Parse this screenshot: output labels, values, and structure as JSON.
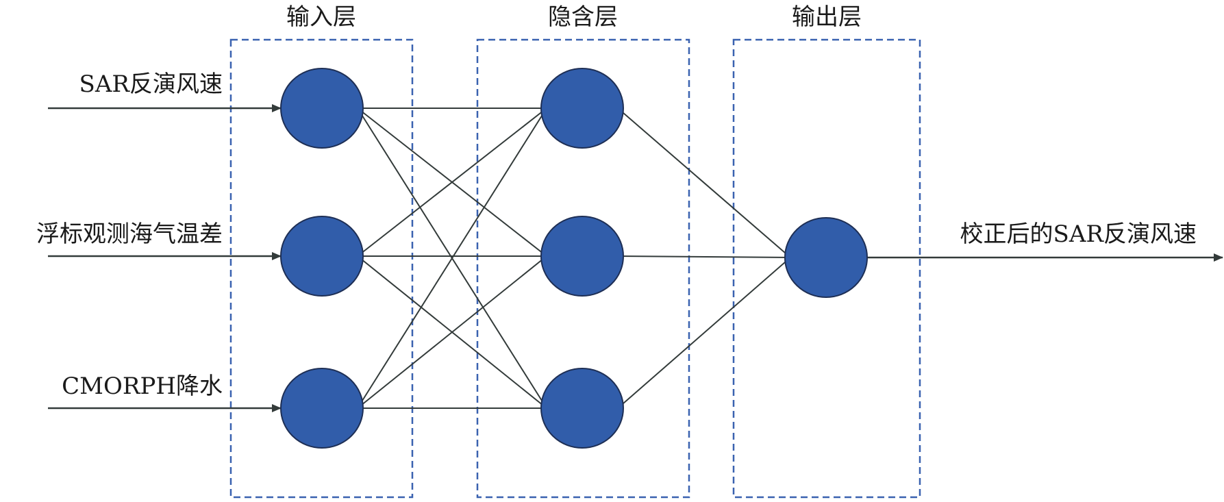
{
  "layers": [
    {
      "title": "输入层",
      "node_count": 3
    },
    {
      "title": "隐含层",
      "node_count": 3
    },
    {
      "title": "输出层",
      "node_count": 1
    }
  ],
  "inputs": [
    "SAR反演风速",
    "浮标观测海气温差",
    "CMORPH降水"
  ],
  "output": "校正后的SAR反演风速",
  "colors": {
    "node_fill": "#315DAA",
    "node_stroke": "#1E2F55",
    "box_stroke": "#3A62B0",
    "line": "#333B3A",
    "text": "#1a1a1a"
  }
}
